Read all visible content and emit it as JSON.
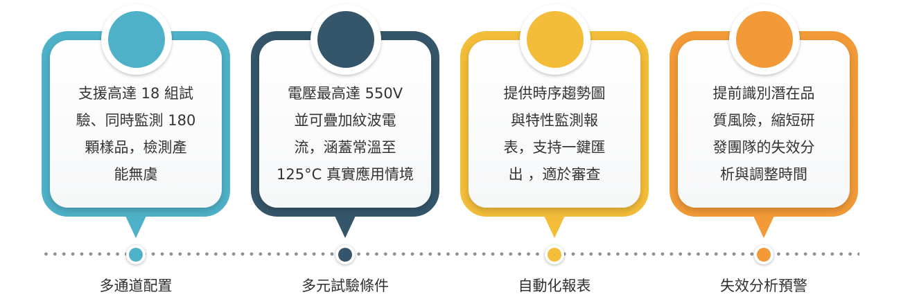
{
  "colors": {
    "blue": "#4fb1c8",
    "navy": "#35566a",
    "yellow": "#f3bd3a",
    "orange": "#f29a38",
    "timeline_dots": "#8b8f94",
    "text": "#333333"
  },
  "steps": [
    {
      "color": "#4fb1c8",
      "lines": [
        "支援高達 18 組試",
        "驗、同時監測 180",
        "顆樣品，檢測產",
        "能無虞"
      ],
      "label": "多通道配置"
    },
    {
      "color": "#35566a",
      "lines": [
        "電壓最高達 550V",
        "並可疊加紋波電",
        "流，涵蓋常溫至",
        "125°C 真實應用情境"
      ],
      "label": "多元試驗條件"
    },
    {
      "color": "#f3bd3a",
      "lines": [
        "提供時序趨勢圖",
        "與特性監測報",
        "表，支持一鍵匯",
        "出 ，適於審查"
      ],
      "label": "自動化報表"
    },
    {
      "color": "#f29a38",
      "lines": [
        "提前識別潛在品",
        "質風險，縮短研",
        "發團隊的失效分",
        "析與調整時間"
      ],
      "label": "失效分析預警"
    }
  ]
}
